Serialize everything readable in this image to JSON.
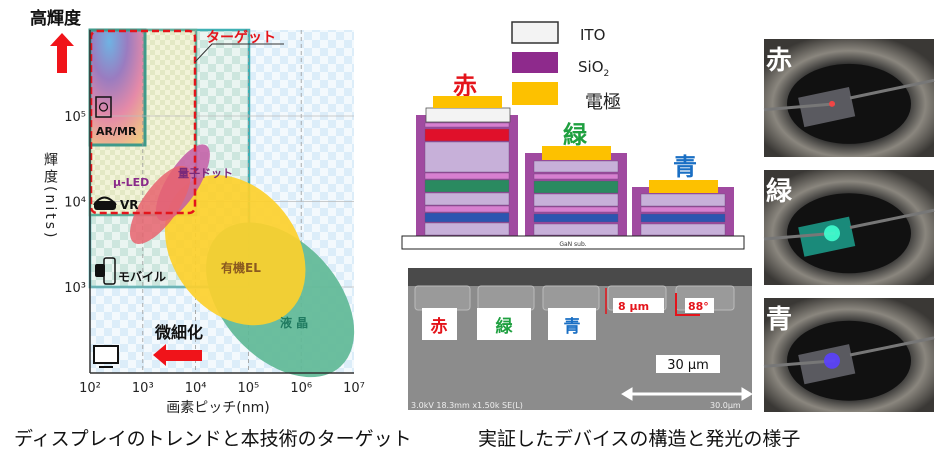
{
  "chart_data": {
    "type": "scatter",
    "title": "高輝度",
    "xlabel": "画素ピッチ(nm)",
    "ylabel": "輝度(nits)",
    "xscale": "log",
    "yscale": "log",
    "xlim": [
      100,
      10000000
    ],
    "ylim": [
      100,
      1000000
    ],
    "x_ticks": [
      "10²",
      "10³",
      "10⁴",
      "10⁵",
      "10⁶",
      "10⁷"
    ],
    "y_ticks": [
      "10³",
      "10⁴",
      "10⁵"
    ],
    "regions": [
      {
        "name": "AR/MR",
        "x_max": 1000,
        "y_min": 50000
      },
      {
        "name": "VR",
        "x_max": 10000,
        "y_min": 7000
      },
      {
        "name": "モバイル",
        "x_max": 100000,
        "y_min": 1000
      },
      {
        "name": "TV",
        "x_max": 10000000,
        "y_min": 100
      }
    ],
    "target": {
      "label": "ターゲット",
      "x_max": 10000,
      "y_min": 7000
    },
    "technologies": [
      {
        "name": "μ-LED",
        "center_x_log": 3.33,
        "center_y_log": 3.96,
        "color": "#e8636e"
      },
      {
        "name": "量子ドット",
        "center_x_log": 3.76,
        "center_y_log": 4.22,
        "color": "#c35aa6"
      },
      {
        "name": "有機EL",
        "center_x_log": 4.75,
        "center_y_log": 3.43,
        "color": "#fdd02d"
      },
      {
        "name": "液 晶",
        "center_x_log": 5.6,
        "center_y_log": 2.85,
        "color": "#5fb896"
      }
    ],
    "annotations": {
      "up": "高輝度",
      "left": "微細化"
    }
  },
  "legend": {
    "ito": "ITO",
    "sio2": "SiO",
    "sio2_sub": "2",
    "electrode": "電極"
  },
  "colors": {
    "red": "赤",
    "green": "緑",
    "blue": "青"
  },
  "substrate": "GaN sub.",
  "sem": {
    "height": "8 μm",
    "angle": "88°",
    "scale": "30 μm",
    "footer": "3.0kV 18.3mm x1.50k SE(L)",
    "footer_scale": "30.0μm"
  },
  "photos": [
    "赤",
    "緑",
    "青"
  ],
  "captions": {
    "left": "ディスプレイのトレンドと本技術のターゲット",
    "right": "実証したデバイスの構造と発光の様子"
  }
}
